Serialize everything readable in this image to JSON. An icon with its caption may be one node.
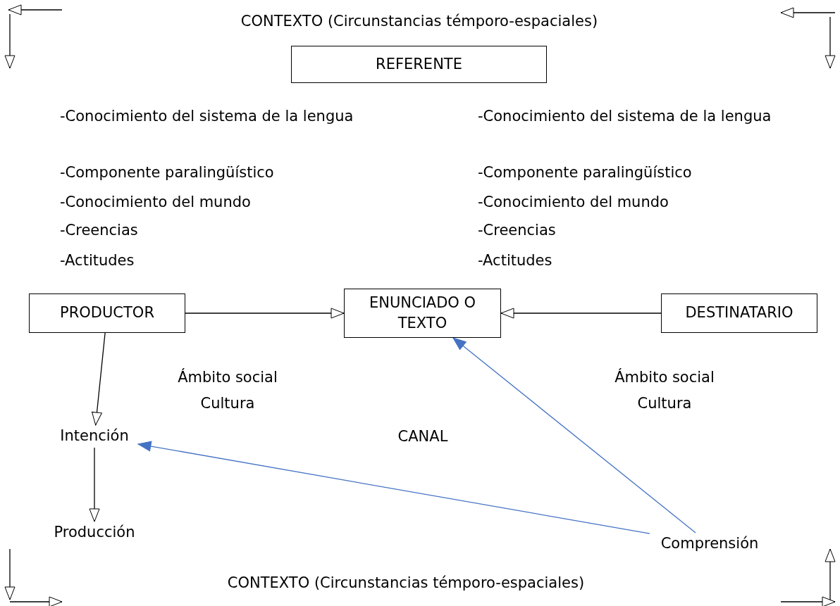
{
  "diagram": {
    "nodes": [
      {
        "text": [
          "REFERENTE"
        ]
      },
      {
        "text": [
          "PRODUCTOR"
        ]
      },
      {
        "text": [
          "ENUNCIADO O TEXTO"
        ]
      },
      {
        "text": [
          "DESTINATARIO"
        ]
      },
      {
        "text": [
          "Intención"
        ]
      },
      {
        "text": [
          "Producción"
        ]
      },
      {
        "text": [
          "Comprensión"
        ]
      }
    ],
    "edges": [
      {
        "from": 1,
        "to": 2,
        "arrow": "to"
      },
      {
        "from": 3,
        "to": 2,
        "arrow": "to"
      },
      {
        "from": 1,
        "to": 4,
        "arrow": "to"
      },
      {
        "from": 4,
        "to": 5,
        "arrow": "to"
      },
      {
        "from": 6,
        "to": 2,
        "arrow": "to",
        "color": "#4472c4"
      },
      {
        "from": 6,
        "to": 4,
        "arrow": "to",
        "color": "#4472c4"
      }
    ],
    "labels": [
      "CONTEXTO (Circunstancias témporo-espaciales)",
      "-Conocimiento del sistema de la lengua",
      "-Componente paralingüístico",
      "-Conocimiento del mundo",
      "-Creencias",
      "-Actitudes",
      "-Conocimiento del sistema de la lengua",
      "-Componente paralingüístico",
      "-Conocimiento del mundo",
      "-Creencias",
      "-Actitudes",
      "Ámbito social",
      "Cultura",
      "Ámbito social",
      "Cultura",
      "CANAL",
      "CONTEXTO (Circunstancias témporo-espaciales)"
    ]
  }
}
